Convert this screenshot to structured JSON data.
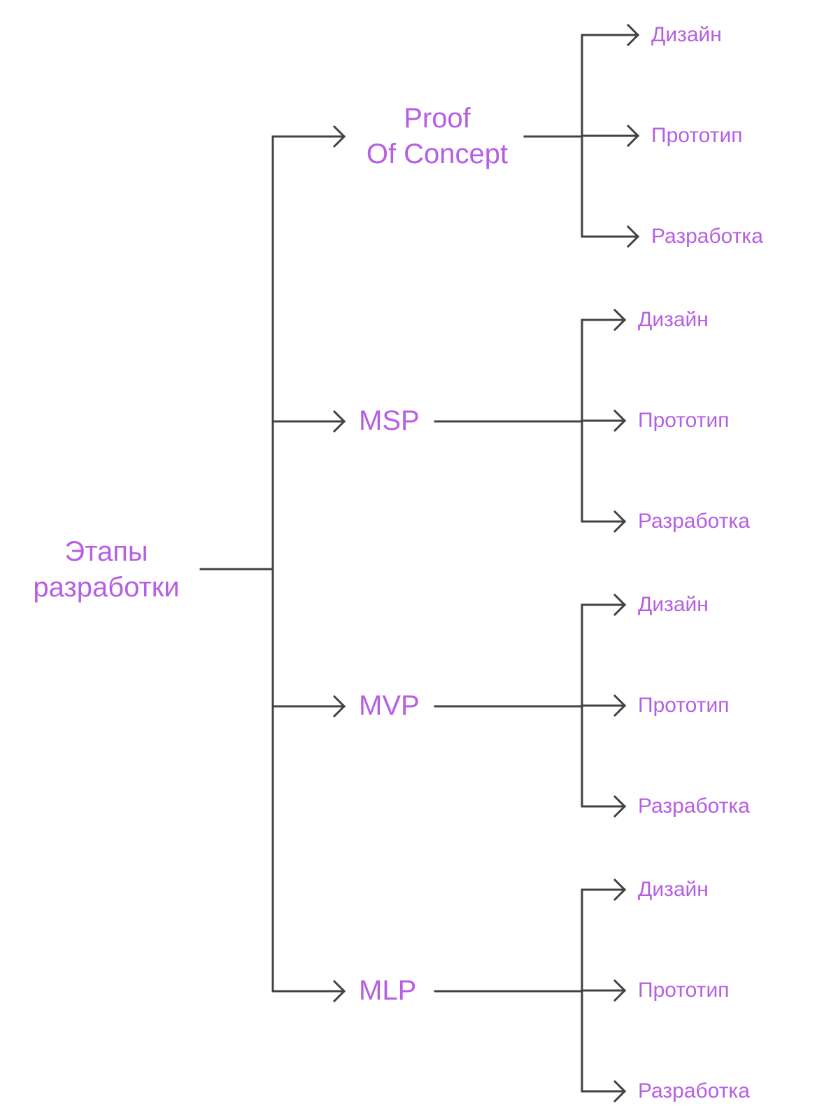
{
  "colors": {
    "text": "#B65FE2",
    "connector": "#424242"
  },
  "tree": {
    "root": {
      "label_line1": "Этапы",
      "label_line2": "разработки"
    },
    "stages": [
      {
        "label_line1": "Proof",
        "label_line2": "Of Concept",
        "children": [
          "Дизайн",
          "Прототип",
          "Разработка"
        ]
      },
      {
        "label_line1": "MSP",
        "children": [
          "Дизайн",
          "Прототип",
          "Разработка"
        ]
      },
      {
        "label_line1": "MVP",
        "children": [
          "Дизайн",
          "Прототип",
          "Разработка"
        ]
      },
      {
        "label_line1": "MLP",
        "children": [
          "Дизайн",
          "Прототип",
          "Разработка"
        ]
      }
    ]
  }
}
